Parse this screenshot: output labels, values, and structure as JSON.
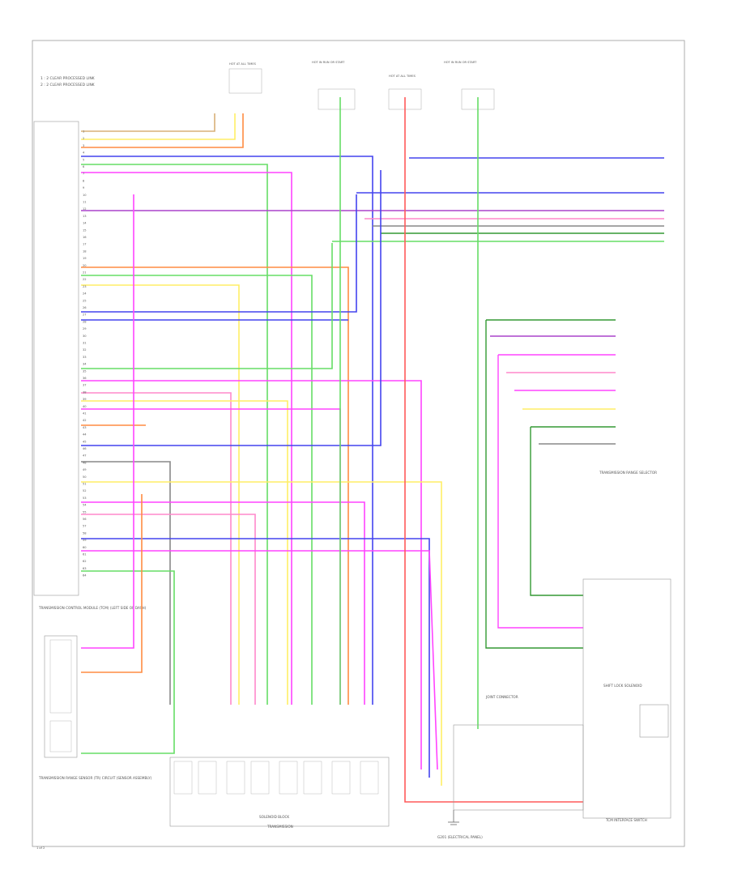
{
  "legend": [
    "1 : 2 CLEAR PROCESSED LINK",
    "2 : 2 CLEAR PROCESSED LINK"
  ],
  "components": {
    "tcm": "TRANSMISSION CONTROL MODULE (TCM) (LEFT SIDE OF DASH)",
    "range_sensor": "TRANSMISSION RANGE SENSOR (TR) CIRCUIT (SENSOR ASSEMBLY)",
    "transmission": "TRANSMISSION",
    "solenoid": "SOLENOID BLOCK",
    "joint_connector": "JOINT CONNECTOR",
    "top_right": "TRANSMISSION RANGE SELECTOR",
    "shift_switch": "SHIFT LOCK SOLENOID",
    "ground": "G201 (ELECTRICAL PANEL)",
    "footer": "TCM INTERFACE SWITCH",
    "fuse_labels": [
      "HOT AT ALL TIMES",
      "HOT IN RUN OR START",
      "HOT AT ALL TIMES",
      "HOT IN RUN OR START"
    ],
    "page_ref": "1 of 2"
  },
  "wire_colors": {
    "red": "#ff5a5a",
    "orange": "#ff8c42",
    "yellow": "#ffee66",
    "green": "#66dd66",
    "lightgreen": "#99ee66",
    "blue": "#4444ee",
    "purple": "#aa44cc",
    "magenta": "#ff44ff",
    "pink": "#ff88cc",
    "gray": "#888888",
    "tan": "#d8b078",
    "darkgreen": "#339933",
    "black": "#555555"
  },
  "pin_labels": [
    "1",
    "2",
    "3",
    "4",
    "5",
    "6",
    "7",
    "8",
    "9",
    "10",
    "11",
    "12",
    "13",
    "14",
    "15",
    "16",
    "17",
    "18",
    "19",
    "20",
    "21",
    "22",
    "23",
    "24",
    "25",
    "26",
    "27",
    "28",
    "29",
    "30",
    "31",
    "32",
    "33",
    "34",
    "35",
    "36",
    "37",
    "38",
    "39",
    "40",
    "41",
    "42",
    "43",
    "44",
    "45",
    "46",
    "47",
    "48",
    "49",
    "50",
    "51",
    "52",
    "53",
    "54",
    "55",
    "56",
    "57",
    "58",
    "59",
    "60",
    "61",
    "62",
    "63",
    "64"
  ]
}
